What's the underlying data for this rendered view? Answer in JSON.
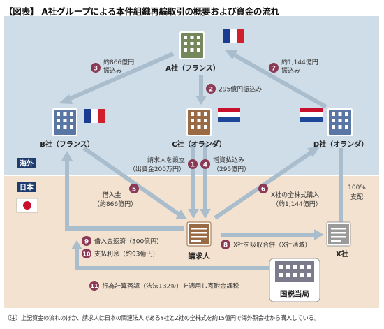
{
  "title": "【図表】 A社グループによる本件組織再編取引の概要および資金の流れ",
  "note": "（注）上記資金の流れのほか、請求人は日本の関連法人であるY社とZ社の全株式を約15億円で海外親会社から購入している。",
  "regions": {
    "overseas": "海外",
    "japan": "日本"
  },
  "colors": {
    "overseas_bg": "#cfdde8",
    "japan_bg": "#f3e2cf",
    "arrow": "#a9bdcd",
    "badge": "#8b3a55",
    "building_green": "#74885b",
    "building_blue": "#5a76a5",
    "building_brown": "#9a6a45",
    "building_gray": "#7b7b8c"
  },
  "nodes": {
    "a": {
      "label": "A社（フランス）",
      "icon": "building-icon",
      "flag": "france"
    },
    "b": {
      "label": "B社（フランス）",
      "icon": "building-icon",
      "flag": "france"
    },
    "c": {
      "label": "C社（オランダ）",
      "icon": "building-icon",
      "flag": "netherlands"
    },
    "d": {
      "label": "D社（オランダ）",
      "icon": "building-icon",
      "flag": "netherlands"
    },
    "claimant": {
      "label": "請求人",
      "icon": "document-icon",
      "flag": "japan"
    },
    "x": {
      "label": "X社",
      "icon": "document-icon"
    },
    "tax": {
      "label": "国税当局",
      "icon": "building-icon"
    }
  },
  "steps": {
    "s1": {
      "num": "1",
      "text1": "請求人を設立",
      "text2": "（出資金200万円）"
    },
    "s2": {
      "num": "2",
      "text1": "295億円振込み"
    },
    "s3": {
      "num": "3",
      "text1": "約866億円",
      "text2": "振込み"
    },
    "s4": {
      "num": "4",
      "text1": "増資払込み",
      "text2": "（295億円）"
    },
    "s5": {
      "num": "5",
      "text1": "借入金",
      "text2": "（約866億円）"
    },
    "s6": {
      "num": "6",
      "text1": "X社の全株式購入",
      "text2": "（約1,144億円）"
    },
    "s7": {
      "num": "7",
      "text1": "約1,144億円",
      "text2": "振込み"
    },
    "s8": {
      "num": "8",
      "text1": "X社を吸収合併（X社消滅）"
    },
    "s9": {
      "num": "9",
      "text1": "借入金返済（300億円）"
    },
    "s10": {
      "num": "10",
      "text1": "支払利息（約93億円）"
    },
    "s11": {
      "num": "11",
      "text1": "行為計算否認（法法132①）を適用し寄附金課税"
    }
  },
  "pct": {
    "text1": "100%",
    "text2": "支配"
  }
}
